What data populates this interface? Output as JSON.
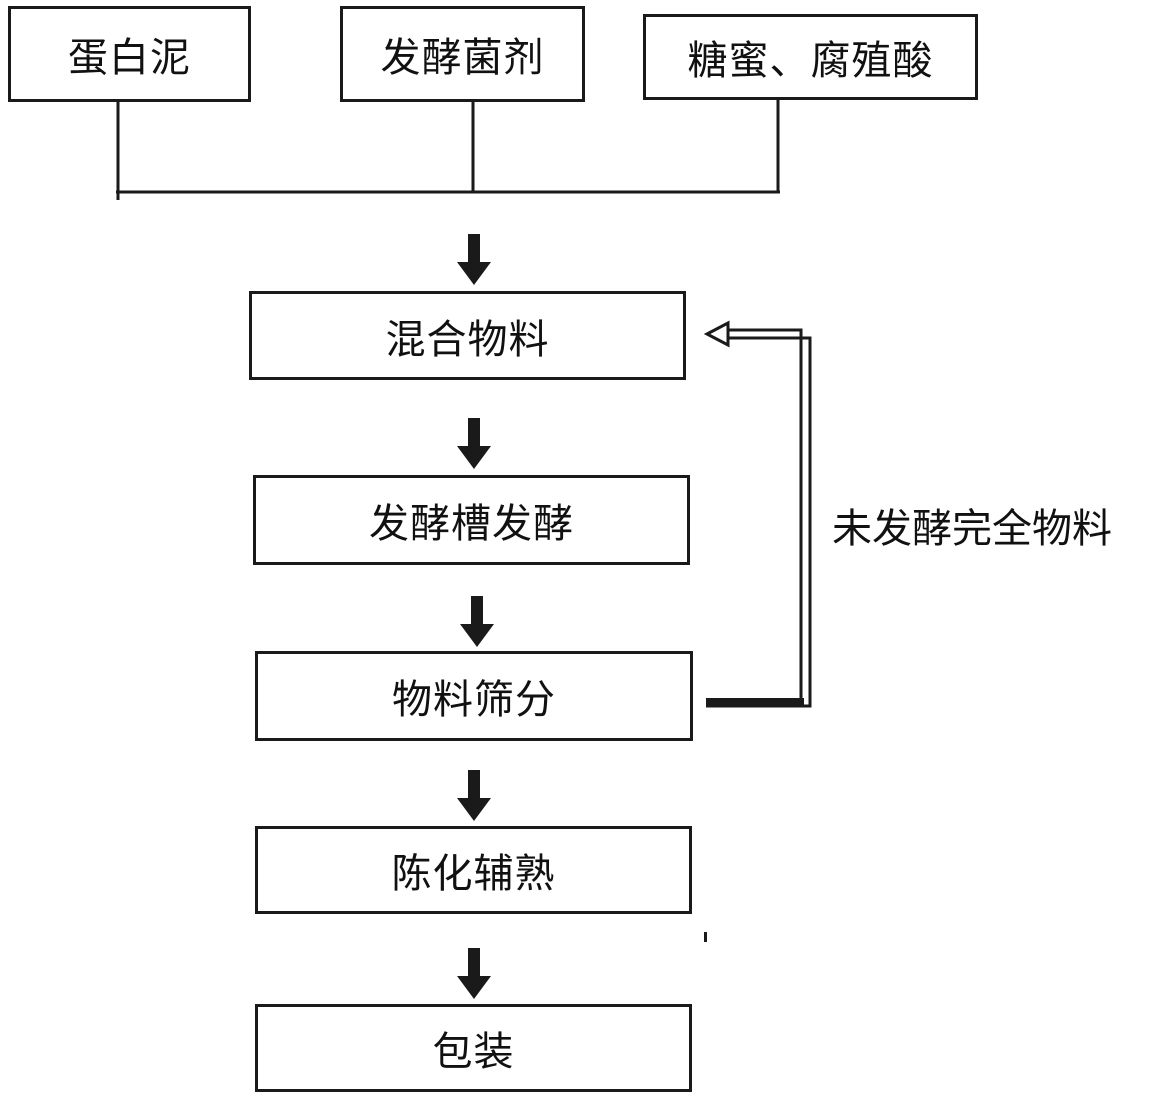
{
  "inputs": {
    "protein_mud": "蛋白泥",
    "ferment_agent": "发酵菌剂",
    "molasses_humic": "糖蜜、腐殖酸"
  },
  "steps": {
    "mix": "混合物料",
    "ferment": "发酵槽发酵",
    "screen": "物料筛分",
    "aging": "陈化辅熟",
    "package": "包装"
  },
  "recycle_label": "未发酵完全物料",
  "colors": {
    "line": "#1a1a1a",
    "background": "#ffffff"
  }
}
